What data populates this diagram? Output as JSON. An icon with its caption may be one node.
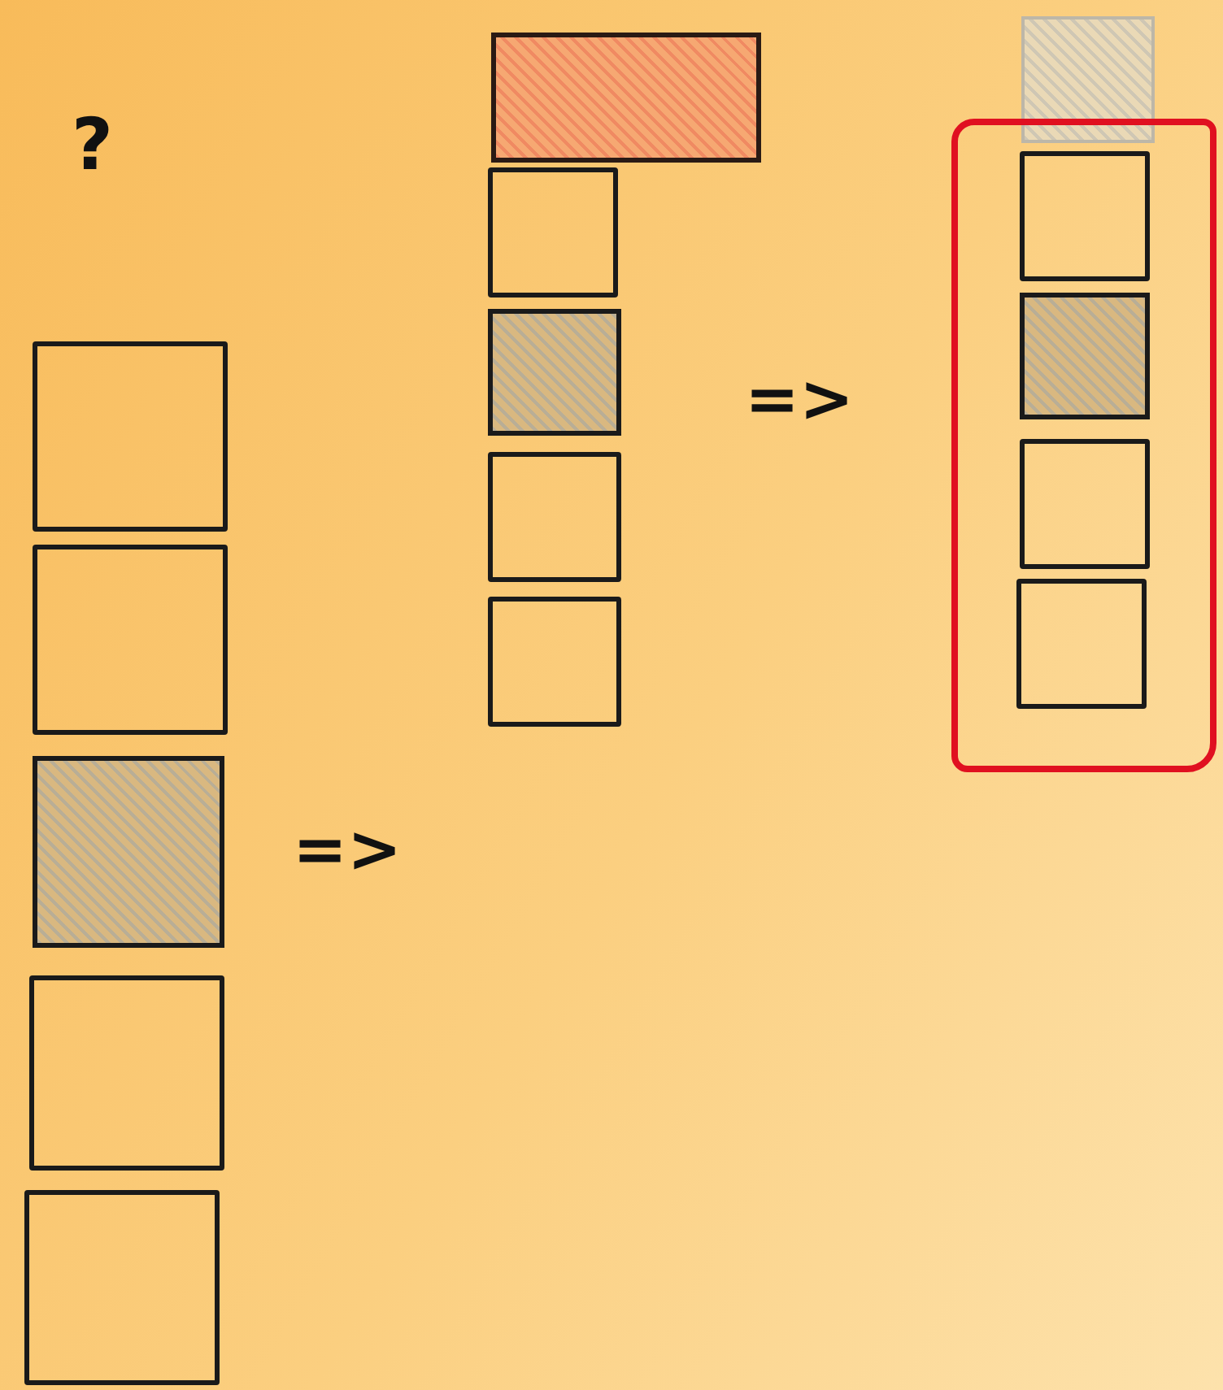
{
  "diagram": {
    "nodes": [
      {
        "text": [],
        "shape": "box"
      },
      {
        "text": [],
        "shape": "box"
      },
      {
        "text": [],
        "shape": "box"
      },
      {
        "text": [],
        "shape": "box"
      },
      {
        "text": [],
        "shape": "box"
      },
      {
        "text": [],
        "shape": "box"
      },
      {
        "text": [],
        "shape": "box"
      },
      {
        "text": [],
        "shape": "box"
      },
      {
        "text": [],
        "shape": "box"
      },
      {
        "text": [],
        "shape": "box"
      },
      {
        "text": [],
        "shape": "box"
      },
      {
        "text": [],
        "shape": "box"
      },
      {
        "text": [],
        "shape": "box",
        "in": 11
      },
      {
        "text": [],
        "shape": "box",
        "in": 11
      },
      {
        "text": [],
        "shape": "box",
        "in": 11
      },
      {
        "text": [],
        "shape": "box",
        "in": 11
      }
    ],
    "labels": [
      "?",
      "=>",
      "=>"
    ]
  }
}
